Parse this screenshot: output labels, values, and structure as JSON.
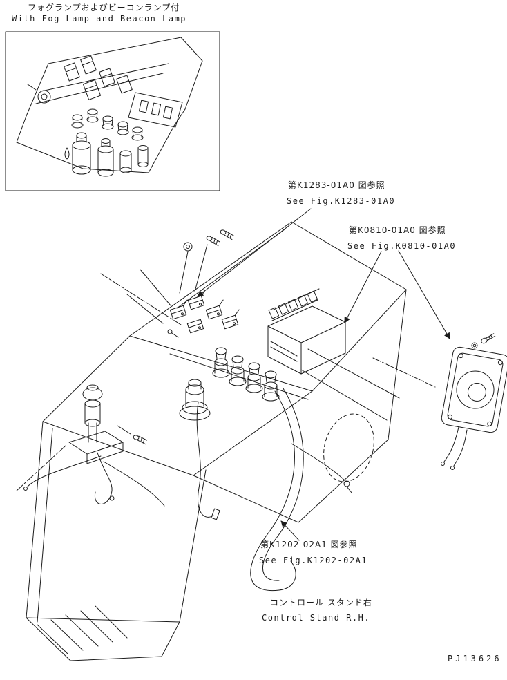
{
  "header": {
    "title_jp": "フォグランプおよびビーコンランプ付",
    "title_en": "With Fog Lamp and Beacon Lamp"
  },
  "callouts": {
    "k1283_jp": "第K1283-01A0 図参照",
    "k1283_en": "See Fig.K1283-01A0",
    "k0810_jp": "第K0810-01A0 図参照",
    "k0810_en": "See Fig.K0810-01A0",
    "k1202_jp": "第K1202-02A1 図参照",
    "k1202_en": "See Fig.K1202-02A1"
  },
  "caption": {
    "jp": "コントロール スタンド右",
    "en": "Control Stand R.H."
  },
  "drawing_number": "PJ13626",
  "colors": {
    "ink": "#1b1b1b",
    "paper": "#ffffff"
  }
}
